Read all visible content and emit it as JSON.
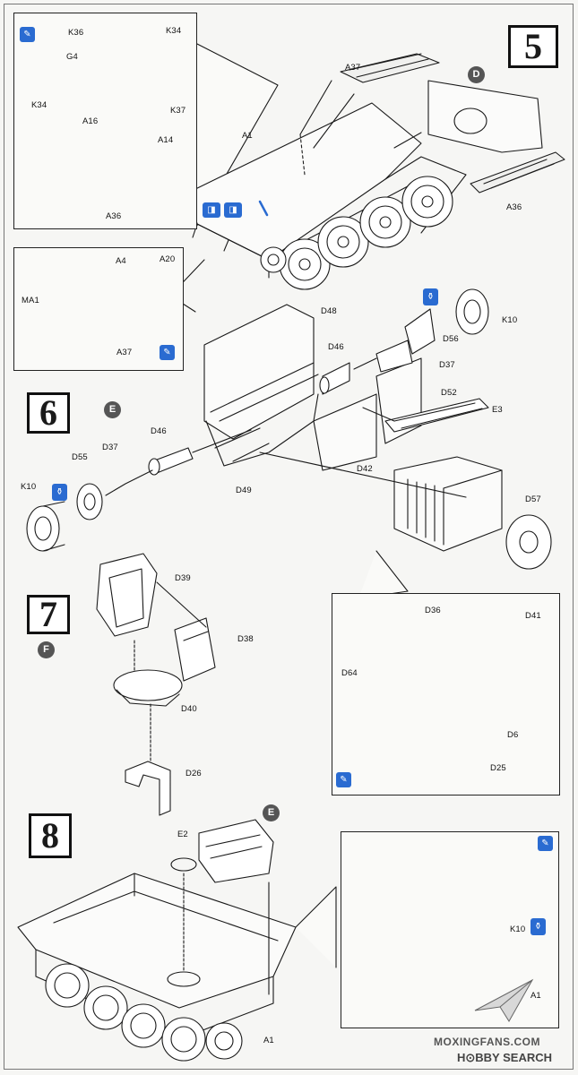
{
  "steps": {
    "s5": "5",
    "s6": "6",
    "s7": "7",
    "s8": "8"
  },
  "badges": {
    "d": "D",
    "e1": "E",
    "f": "F",
    "e2": "E"
  },
  "labels": {
    "k36": "K36",
    "k34a": "K34",
    "g4": "G4",
    "k34b": "K34",
    "k37": "K37",
    "a16": "A16",
    "a14": "A14",
    "a36a": "A36",
    "a37a": "A37",
    "a1a": "A1",
    "a36b": "A36",
    "a4": "A4",
    "a20": "A20",
    "ma1": "MA1",
    "a37b": "A37",
    "d48": "D48",
    "k10a": "K10",
    "d56": "D56",
    "d46a": "D46",
    "d37a": "D37",
    "d52": "D52",
    "e3": "E3",
    "d46b": "D46",
    "d37b": "D37",
    "d55": "D55",
    "k10b": "K10",
    "d42": "D42",
    "d49": "D49",
    "d57": "D57",
    "d39": "D39",
    "d38": "D38",
    "d40": "D40",
    "d26": "D26",
    "d36": "D36",
    "d41": "D41",
    "d64": "D64",
    "d6": "D6",
    "d25": "D25",
    "e2": "E2",
    "a1b": "A1",
    "k10c": "K10",
    "a1c": "A1"
  },
  "watermark": {
    "line1": "MOXINGFANS.COM",
    "line2": "H⊙BBY SEARCH"
  },
  "colors": {
    "accent_blue": "#2a6bd1",
    "badge_grey": "#555555",
    "line": "#1a1a1a"
  },
  "icons": {
    "tip": "pencil-tip-icon",
    "glue": "glue-bottle-icon",
    "roll": "rolling-part-icon"
  }
}
